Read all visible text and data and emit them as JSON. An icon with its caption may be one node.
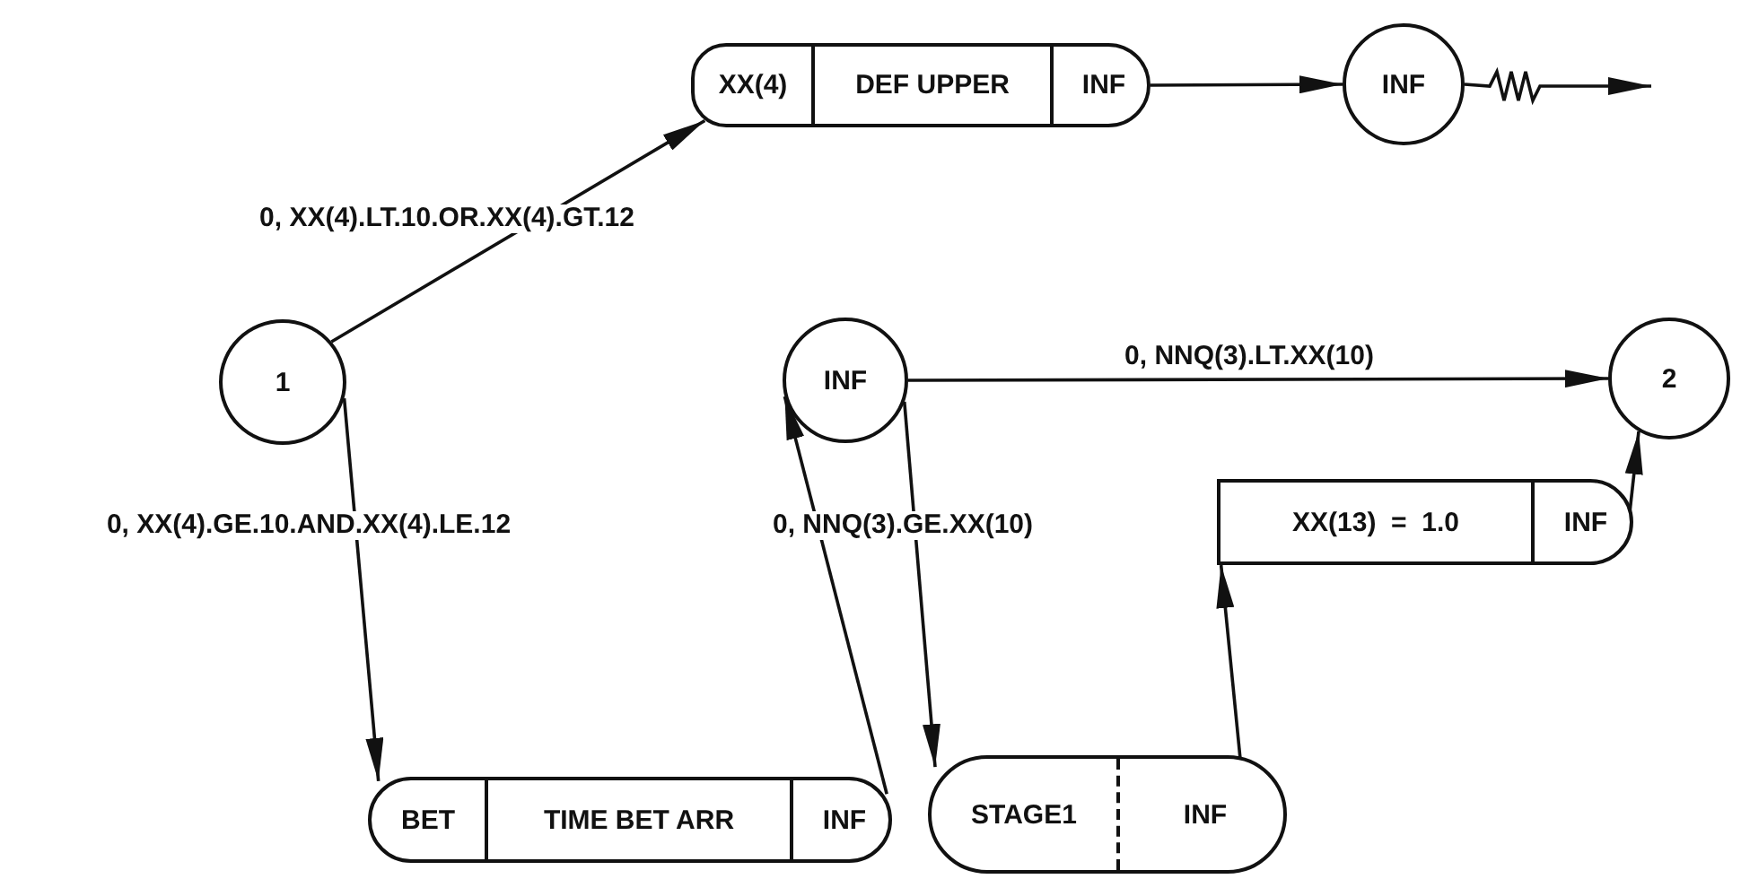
{
  "diagram": {
    "nodes": [
      {
        "text": [
          "XX(4)",
          "DEF UPPER",
          "INF"
        ]
      },
      {
        "text": [
          "INF"
        ]
      },
      {
        "text": [
          "1"
        ]
      },
      {
        "text": [
          "INF"
        ]
      },
      {
        "text": [
          "2"
        ]
      },
      {
        "text": [
          "XX(13)  =  1.0",
          "INF"
        ]
      },
      {
        "text": [
          "BET",
          "TIME BET ARR",
          "INF"
        ]
      },
      {
        "text": [
          "STAGE1",
          "INF"
        ]
      }
    ],
    "edges": [
      {
        "from": 2,
        "to": 0,
        "arrow": "to",
        "label": "0, XX(4).LT.10.OR.XX(4).GT.12"
      },
      {
        "from": 0,
        "to": 1,
        "arrow": "to"
      },
      {
        "from": 1,
        "to": null,
        "arrow": "to"
      },
      {
        "from": 2,
        "to": 6,
        "arrow": "to",
        "label": "0, XX(4).GE.10.AND.XX(4).LE.12"
      },
      {
        "from": 6,
        "to": 3,
        "arrow": "to"
      },
      {
        "from": 3,
        "to": 4,
        "arrow": "to",
        "label": "0, NNQ(3).LT.XX(10)"
      },
      {
        "from": 3,
        "to": 7,
        "arrow": "to",
        "label": "0, NNQ(3).GE.XX(10)"
      },
      {
        "from": 7,
        "to": 5,
        "arrow": "to"
      },
      {
        "from": 5,
        "to": 4,
        "arrow": "to"
      }
    ]
  }
}
